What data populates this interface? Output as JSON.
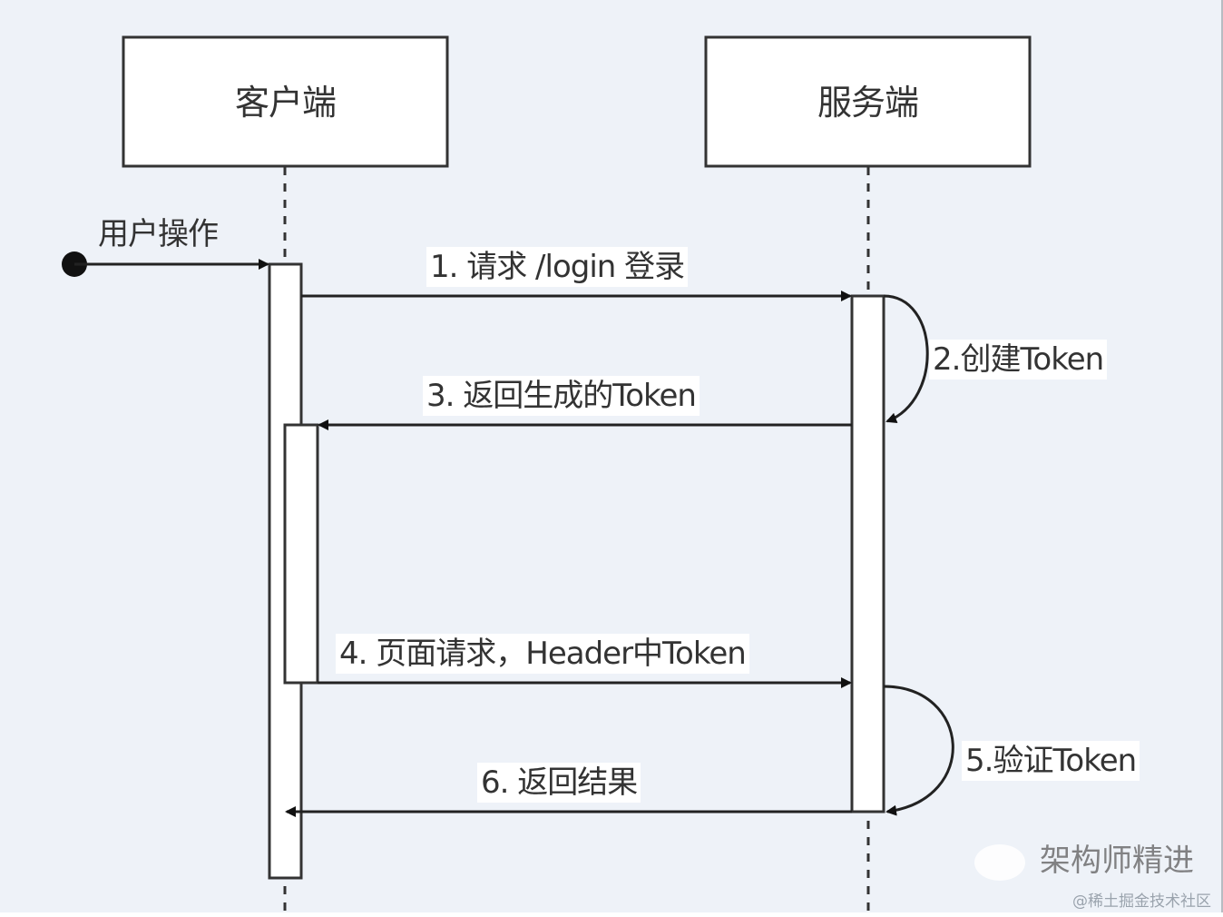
{
  "diagram": {
    "type": "sequence",
    "actors": [
      {
        "id": "client",
        "label": "客户端"
      },
      {
        "id": "server",
        "label": "服务端"
      }
    ],
    "start_message": {
      "label": "用户操作",
      "to": "client"
    },
    "messages": [
      {
        "step": 1,
        "label": "1. 请求 /login 登录",
        "from": "client",
        "to": "server"
      },
      {
        "step": 2,
        "label": "2.创建Token",
        "from": "server",
        "to": "server"
      },
      {
        "step": 3,
        "label": "3. 返回生成的Token",
        "from": "server",
        "to": "client"
      },
      {
        "step": 4,
        "label": "4. 页面请求，Header中Token",
        "from": "client",
        "to": "server"
      },
      {
        "step": 5,
        "label": "5.验证Token",
        "from": "server",
        "to": "server"
      },
      {
        "step": 6,
        "label": "6. 返回结果",
        "from": "server",
        "to": "client"
      }
    ]
  },
  "watermark": {
    "label": "架构师精进",
    "icon": "wechat-icon"
  },
  "credit": "@稀土掘金技术社区",
  "colors": {
    "background": "#eef2f8",
    "stroke": "#222222",
    "box_fill": "#ffffff",
    "text": "#333333"
  }
}
